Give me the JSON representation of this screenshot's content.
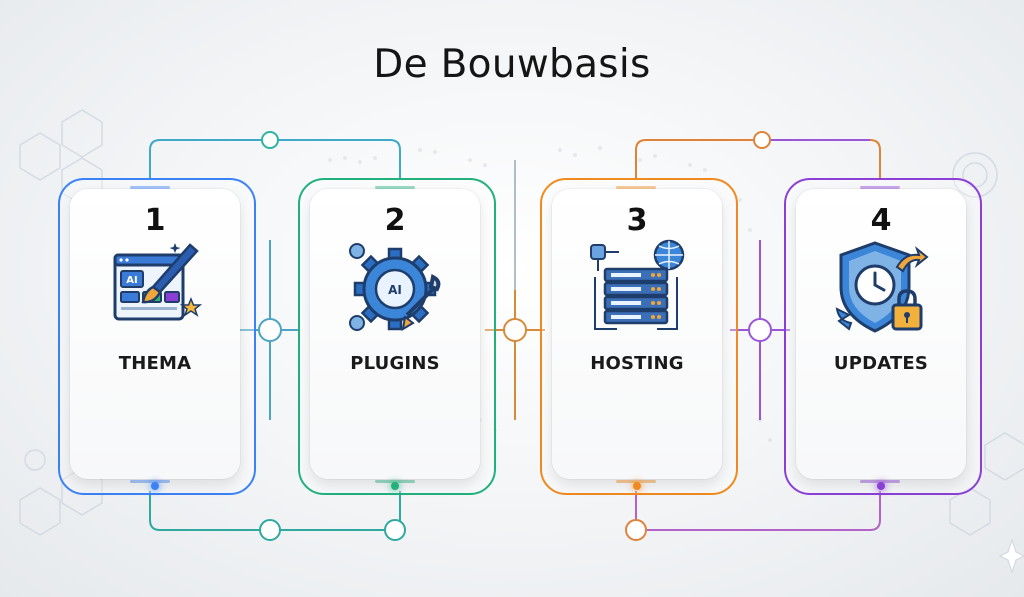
{
  "title": "De Bouwbasis",
  "steps": [
    {
      "number": "1",
      "label": "THEMA",
      "color": "#3b82f6",
      "icon": "theme-brush-icon"
    },
    {
      "number": "2",
      "label": "PLUGINS",
      "color": "#22b07d",
      "icon": "plugin-gear-icon"
    },
    {
      "number": "3",
      "label": "HOSTING",
      "color": "#f08a1e",
      "icon": "server-icon"
    },
    {
      "number": "4",
      "label": "UPDATES",
      "color": "#8b3fd6",
      "icon": "shield-clock-icon"
    }
  ],
  "icon_text": {
    "ai": "AI"
  }
}
